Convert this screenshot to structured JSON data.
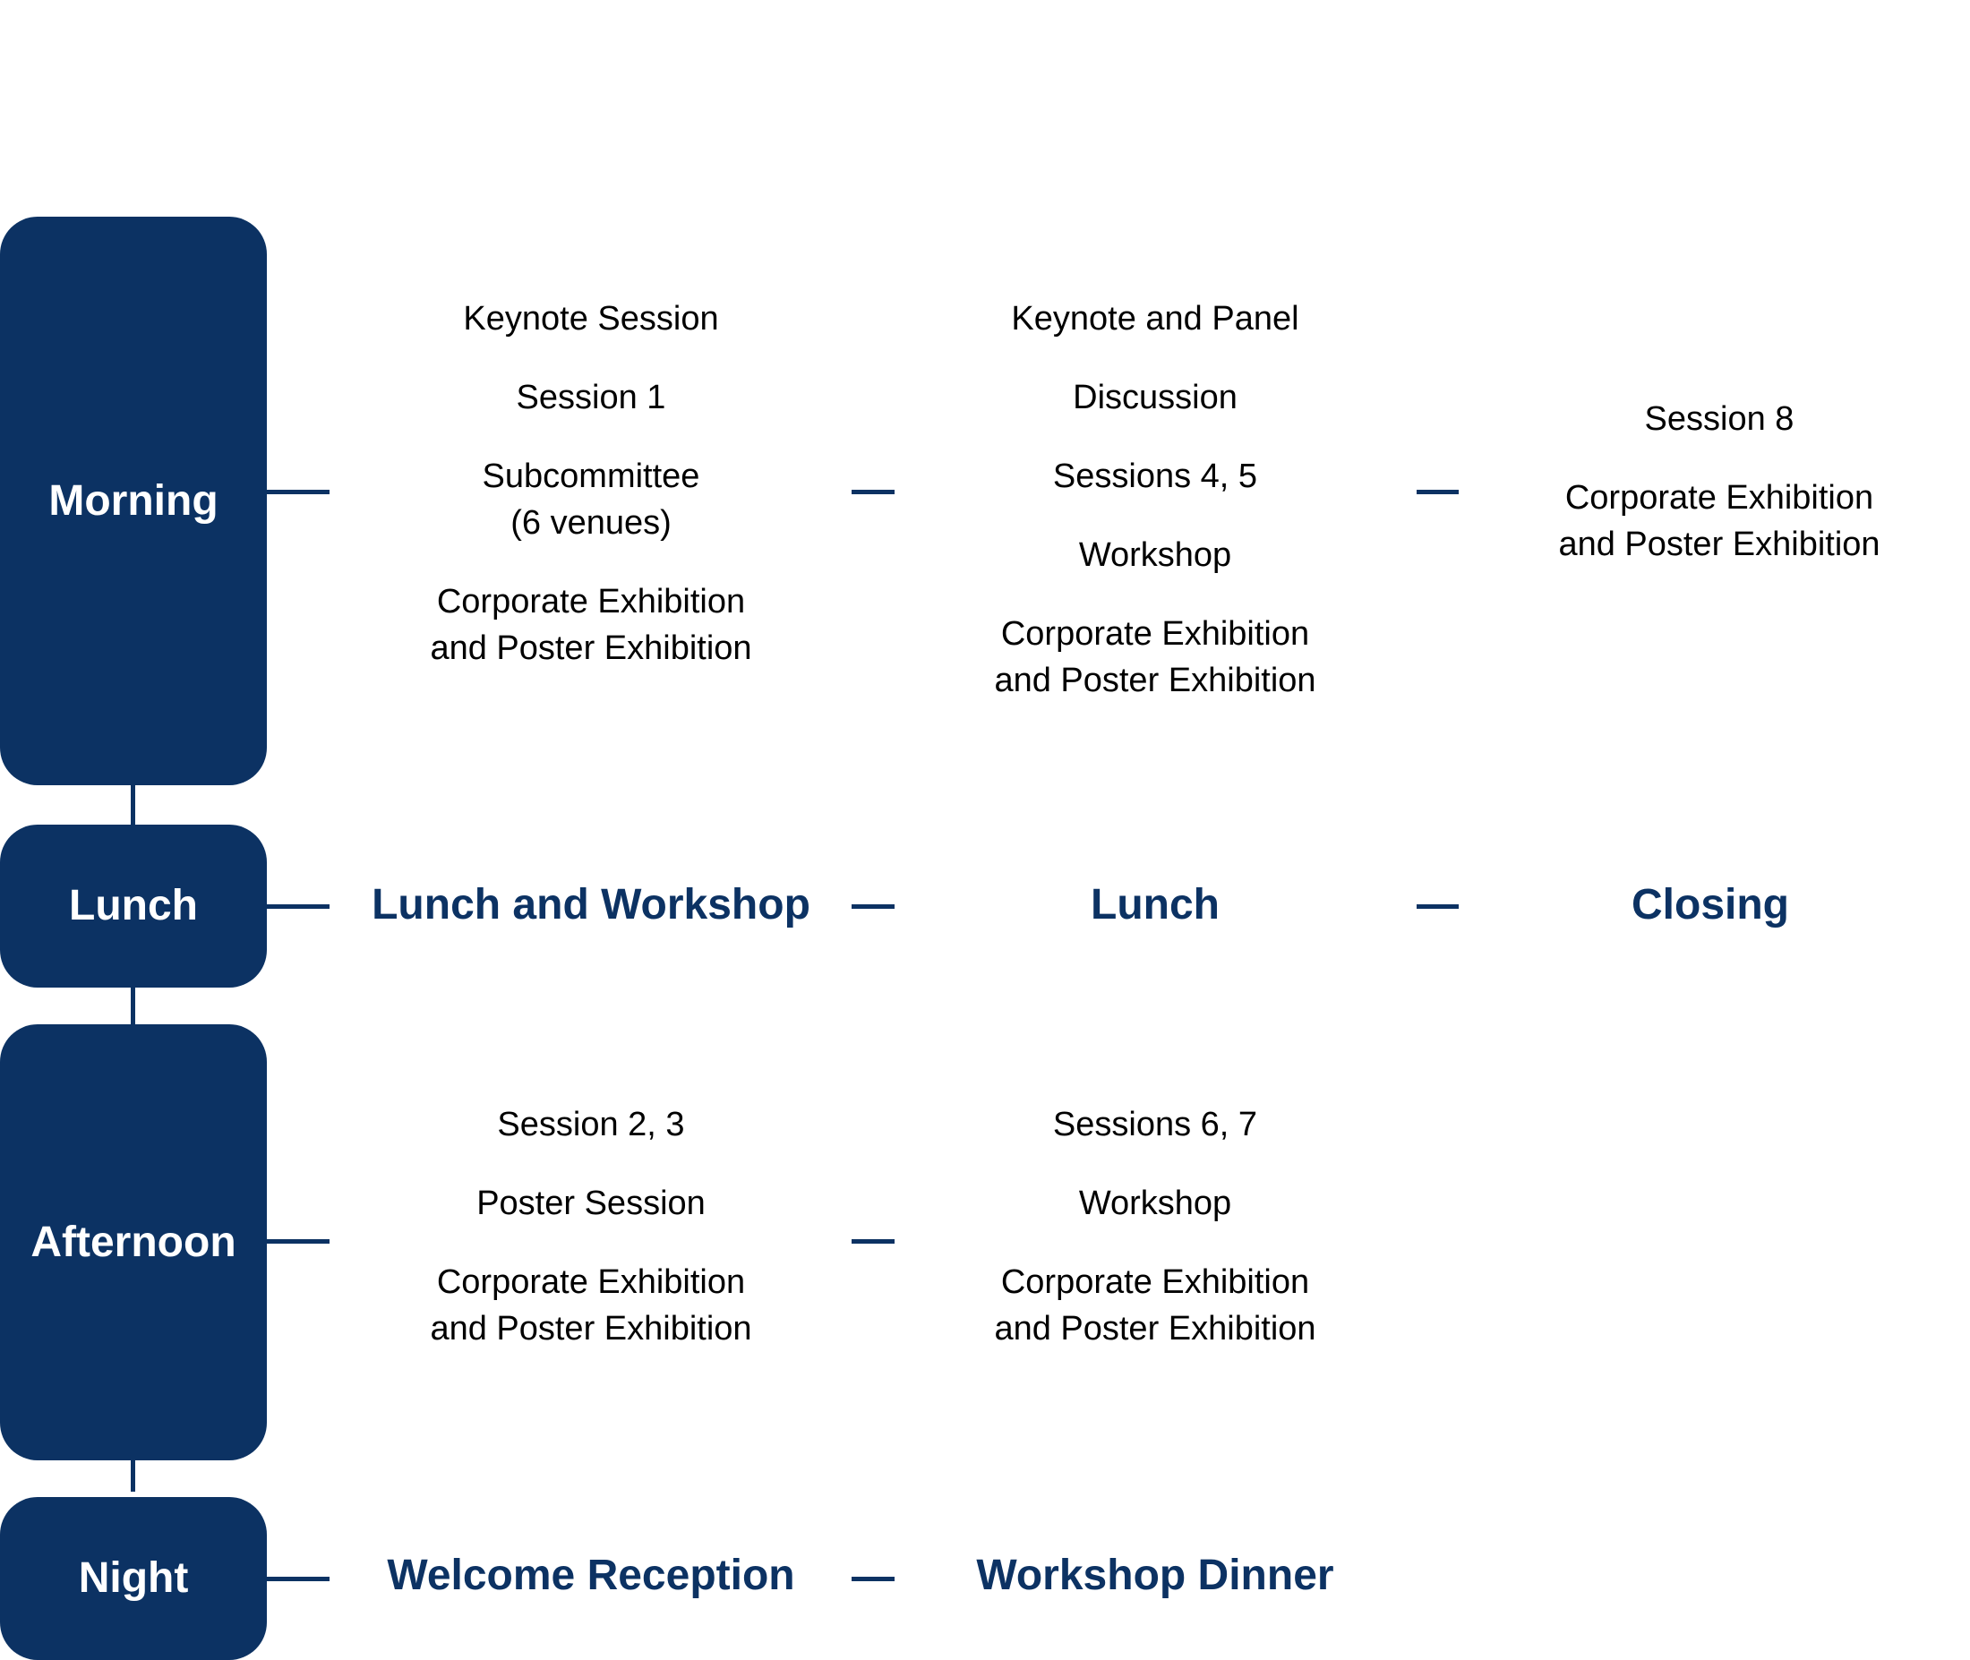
{
  "rows": {
    "morning": {
      "label": "Morning",
      "day1": [
        "Keynote Session",
        "Session 1",
        "Subcommittee\n(6 venues)",
        "Corporate Exhibition\nand Poster Exhibition"
      ],
      "day2": [
        "Keynote and Panel",
        "Discussion",
        "Sessions 4, 5",
        "Workshop",
        "Corporate Exhibition\nand Poster Exhibition"
      ],
      "day3": [
        "Session 8",
        "Corporate Exhibition\nand Poster Exhibition"
      ]
    },
    "lunch": {
      "label": "Lunch",
      "day1": "Lunch and Workshop",
      "day2": "Lunch",
      "day3": "Closing"
    },
    "afternoon": {
      "label": "Afternoon",
      "day1": [
        "Session 2, 3",
        "Poster Session",
        "Corporate Exhibition\nand Poster Exhibition"
      ],
      "day2": [
        "Sessions 6, 7",
        "Workshop",
        "Corporate Exhibition\nand Poster Exhibition"
      ]
    },
    "night": {
      "label": "Night",
      "day1": "Welcome Reception",
      "day2": "Workshop Dinner"
    }
  },
  "colors": {
    "navy": "#0c3263",
    "text": "#000000",
    "background": "#ffffff"
  }
}
